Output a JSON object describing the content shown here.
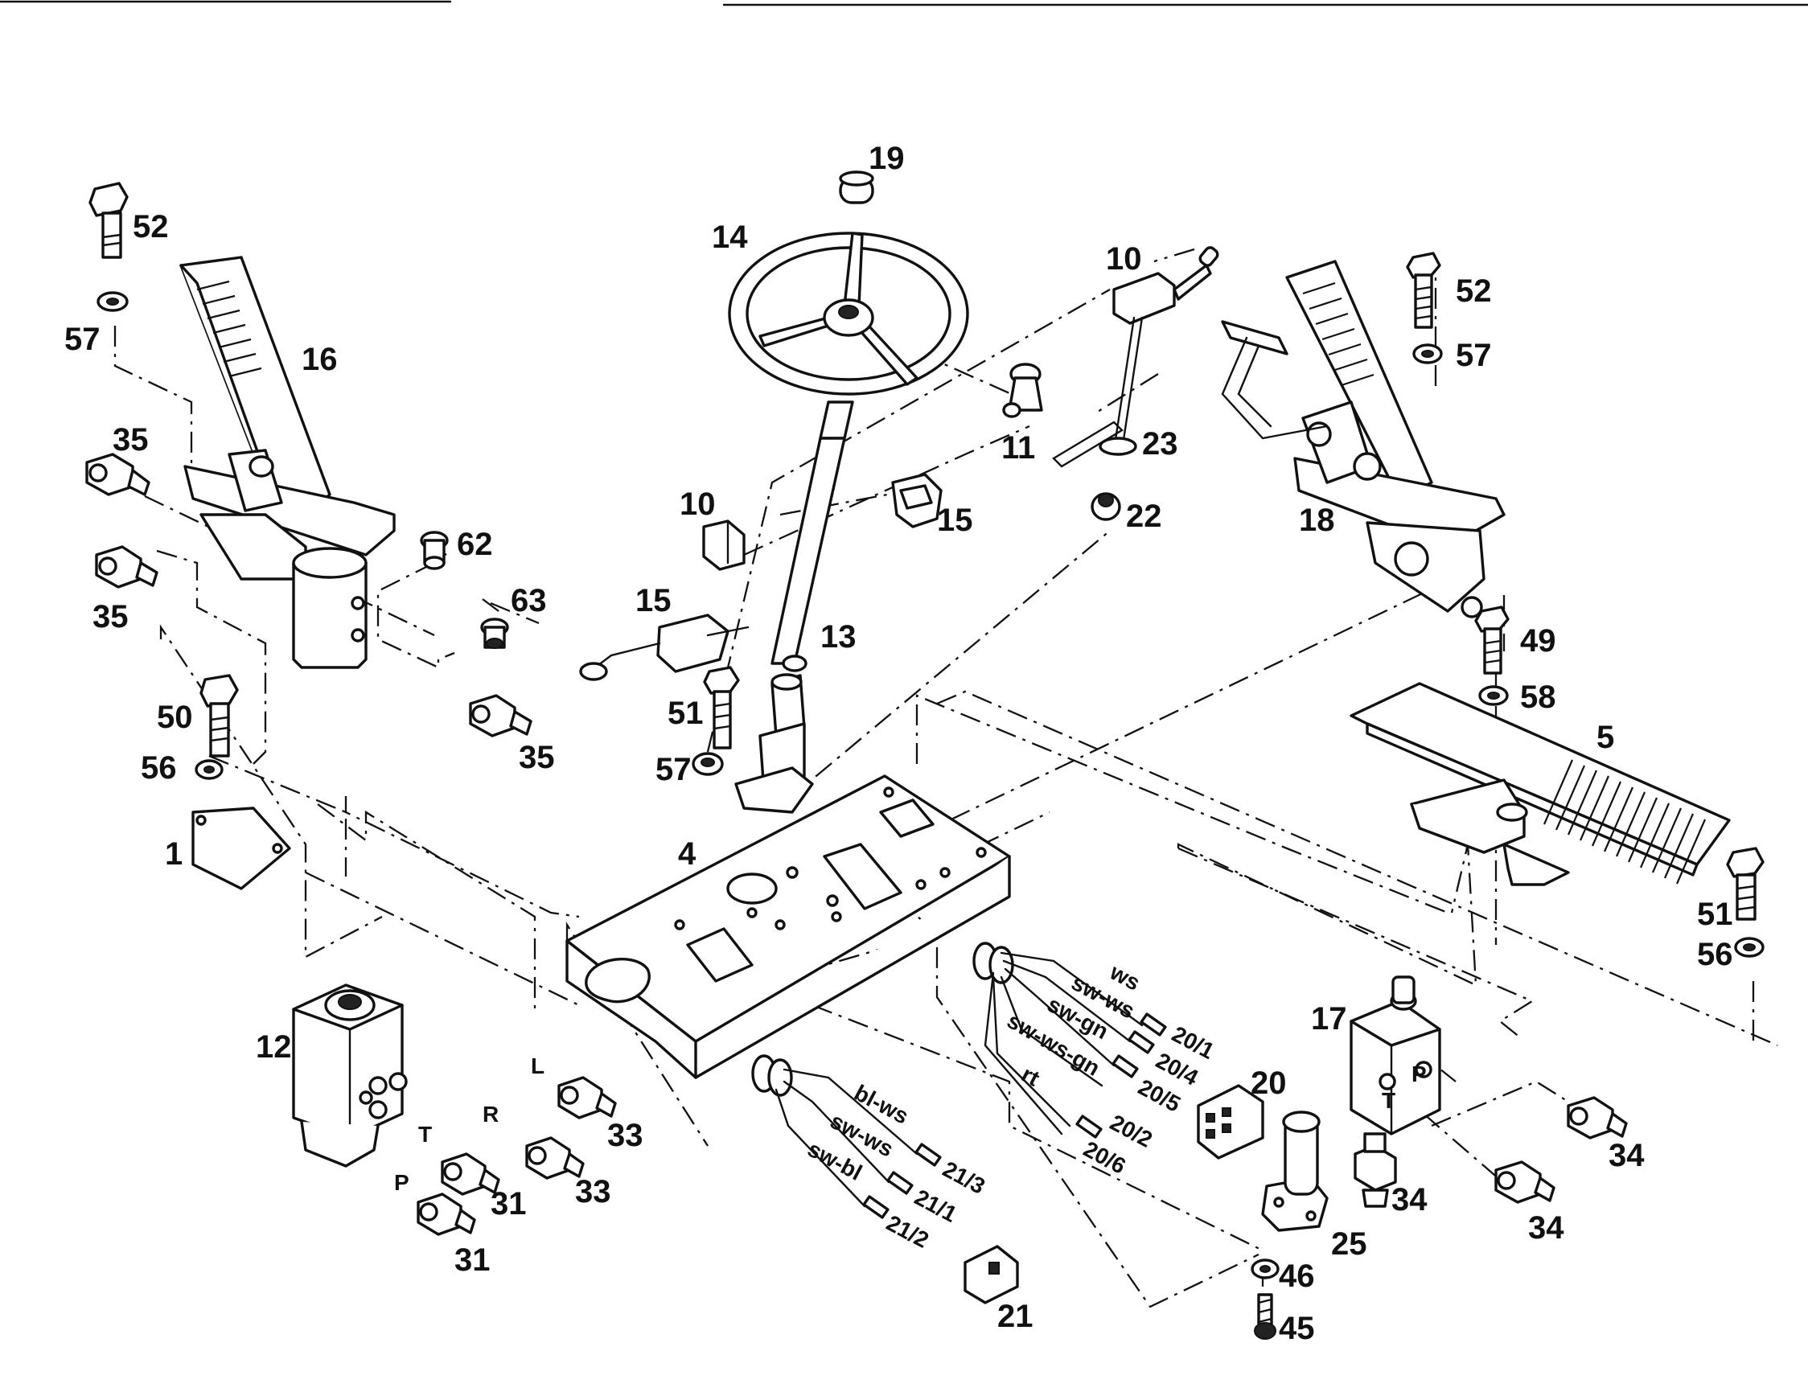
{
  "labels": {
    "p19": "19",
    "p14": "14",
    "p10a": "10",
    "p10b": "10",
    "p52a": "52",
    "p52b": "52",
    "p57a": "57",
    "p57b": "57",
    "p57c": "57",
    "p16": "16",
    "p11": "11",
    "p23": "23",
    "p18": "18",
    "p35a": "35",
    "p35b": "35",
    "p35c": "35",
    "p15a": "15",
    "p15b": "15",
    "p22": "22",
    "p62": "62",
    "p63": "63",
    "p13": "13",
    "p49": "49",
    "p58": "58",
    "p50": "50",
    "p51a": "51",
    "p51b": "51",
    "p56a": "56",
    "p56b": "56",
    "p5": "5",
    "p1": "1",
    "p4": "4",
    "p12": "12",
    "p17": "17",
    "p20": "20",
    "p21": "21",
    "p33a": "33",
    "p33b": "33",
    "p31a": "31",
    "p31b": "31",
    "p34a": "34",
    "p34b": "34",
    "p34c": "34",
    "p25": "25",
    "p46": "46",
    "p45": "45",
    "portL": "L",
    "portR": "R",
    "portT": "T",
    "portP": "P",
    "valveT": "T",
    "valveP": "P"
  },
  "wires": {
    "ws": "ws",
    "sw_ws": "sw-ws",
    "sw_gn": "sw-gn",
    "sw_ws_gn": "sw-ws-gn",
    "rt": "rt",
    "c20_1": "20/1",
    "c20_4": "20/4",
    "c20_5": "20/5",
    "c20_2": "20/2",
    "c20_6": "20/6",
    "bl_ws": "bl-ws",
    "sw_ws2": "sw-ws",
    "sw_bl": "sw-bl",
    "c21_3": "21/3",
    "c21_1": "21/1",
    "c21_2": "21/2"
  }
}
